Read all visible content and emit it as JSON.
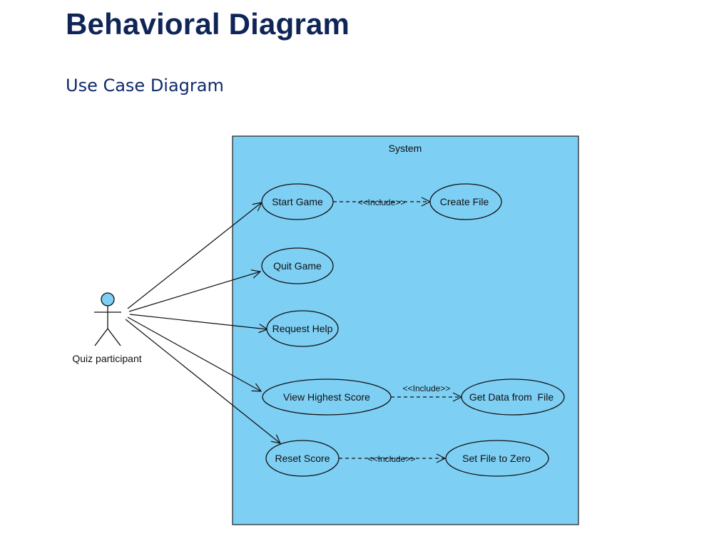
{
  "header": {
    "title": "Behavioral Diagram",
    "subtitle": "Use Case Diagram"
  },
  "diagram": {
    "system_label": "System",
    "actor_label": "Quiz participant",
    "use_cases": {
      "start_game": "Start Game",
      "create_file": "Create File",
      "quit_game": "Quit Game",
      "request_help": "Request Help",
      "view_highest_score": "View Highest Score",
      "get_data_from_file": "Get Data from  File",
      "reset_score": "Reset Score",
      "set_file_to_zero": "Set File to Zero"
    },
    "include_label": "<<Include>>",
    "colors": {
      "system_fill": "#7ecff4",
      "actor_head": "#7ecff4",
      "use_case_fill": "#7ecff4"
    }
  }
}
